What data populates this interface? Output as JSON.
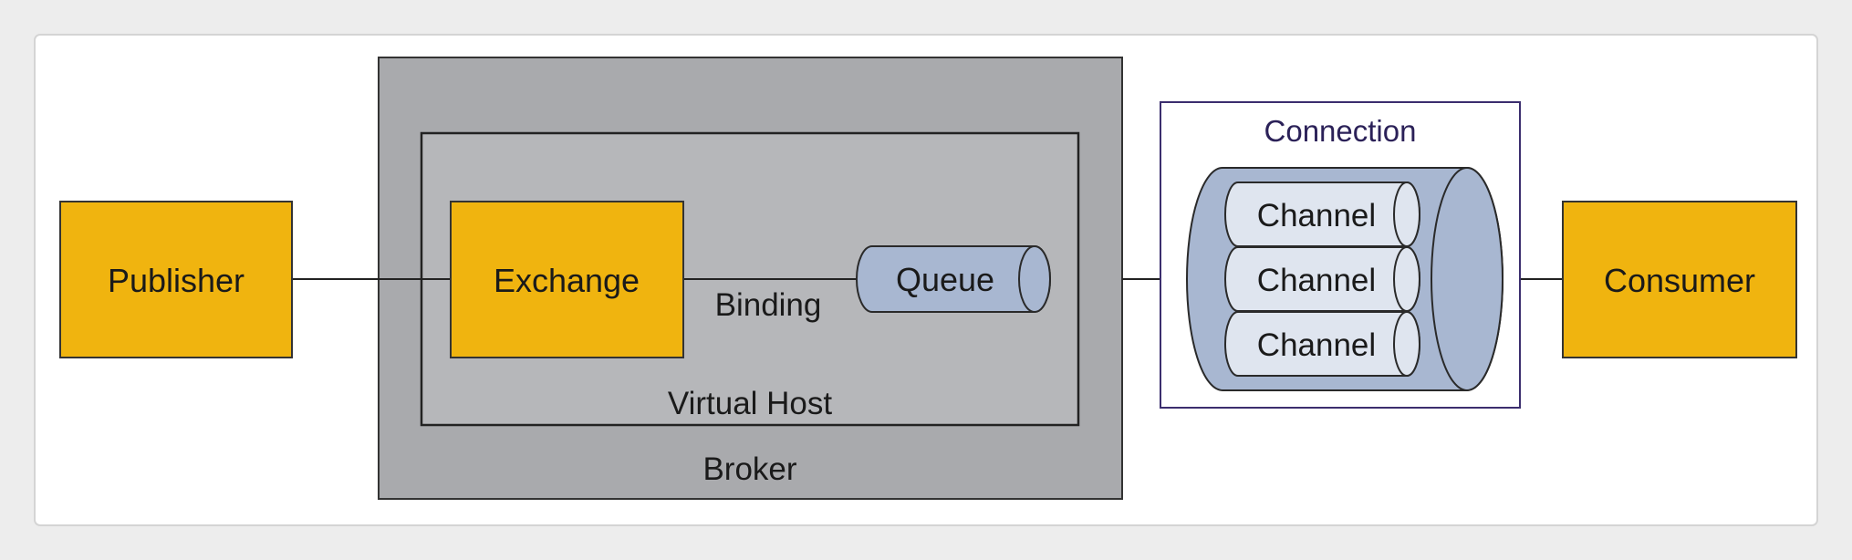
{
  "diagram": {
    "nodes": {
      "publisher": "Publisher",
      "exchange": "Exchange",
      "queue": "Queue",
      "consumer": "Consumer"
    },
    "edges": {
      "binding": "Binding"
    },
    "groups": {
      "broker": "Broker",
      "virtual_host": "Virtual Host",
      "connection": "Connection"
    },
    "channels": [
      "Channel",
      "Channel",
      "Channel"
    ],
    "colors": {
      "node_fill": "#f0b40f",
      "broker_fill": "#a9aaad",
      "vhost_fill": "#b6b7ba",
      "cylinder_fill": "#a8b7d1",
      "connection_border": "#3b2e6e"
    }
  }
}
